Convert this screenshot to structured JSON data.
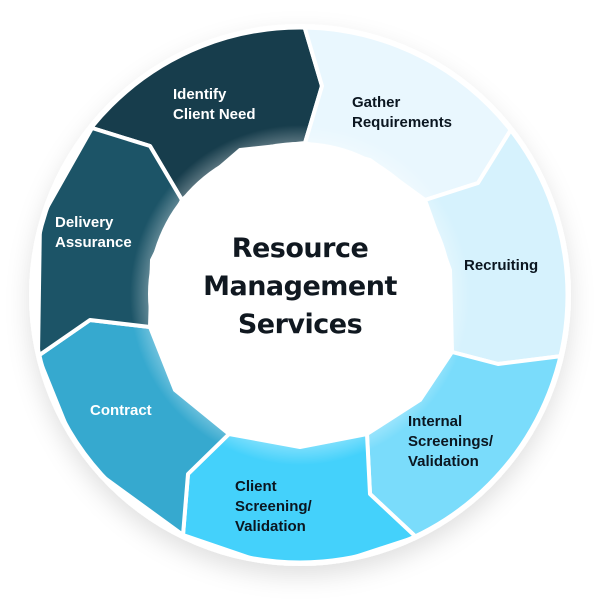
{
  "diagram": {
    "type": "cycle",
    "center": {
      "lines": [
        "Resource",
        "Management",
        "Services"
      ]
    },
    "segments": [
      {
        "id": "identify",
        "label": "Identify\nClient Need",
        "color": "#173d4c",
        "text_color": "#ffffff"
      },
      {
        "id": "gather",
        "label": "Gather\nRequirements",
        "color": "#e9f7fe",
        "text_color": "#0b1620"
      },
      {
        "id": "recruiting",
        "label": "Recruiting",
        "color": "#d6f2fd",
        "text_color": "#0b1620"
      },
      {
        "id": "internal",
        "label": "Internal\nScreenings/\nValidation",
        "color": "#7adcfb",
        "text_color": "#0b1620"
      },
      {
        "id": "client-screening",
        "label": "Client\nScreening/\nValidation",
        "color": "#44d1fb",
        "text_color": "#0b1620"
      },
      {
        "id": "contract",
        "label": "Contract",
        "color": "#36a9cf",
        "text_color": "#ffffff"
      },
      {
        "id": "delivery",
        "label": "Delivery\nAssurance",
        "color": "#1c5467",
        "text_color": "#ffffff"
      }
    ],
    "separator_color": "#ffffff",
    "center_fill": "#ffffff"
  }
}
